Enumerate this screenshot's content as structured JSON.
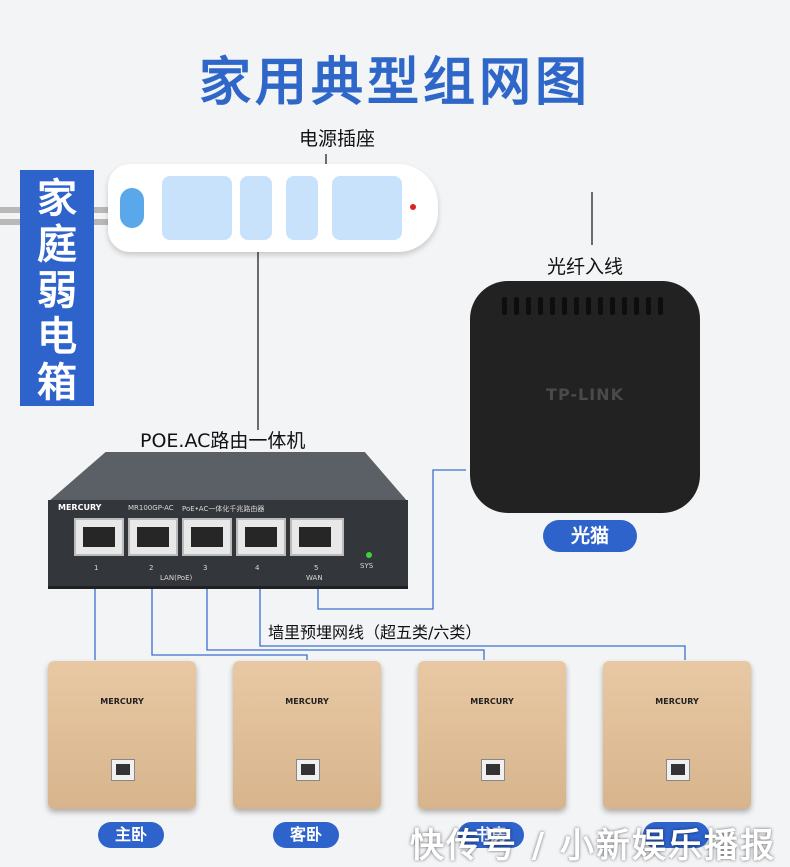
{
  "title": "家用典型组网图",
  "power_strip_label": "电源插座",
  "cabinet_label": "家庭弱电箱",
  "router": {
    "label": "POE.AC路由一体机",
    "brand": "MERCURY",
    "model": "MR100GP-AC",
    "desc": "PoE•AC一体化千兆路由器",
    "port_numbers": [
      "1",
      "2",
      "3",
      "4",
      "5"
    ],
    "lan_label": "LAN(PoE)",
    "wan_label": "WAN",
    "sys_label": "SYS"
  },
  "fiber_label": "光纤入线",
  "modem": {
    "brand": "TP-LINK",
    "name": "光猫"
  },
  "cable_label": "墙里预埋网线（超五类/六类）",
  "panels": [
    {
      "brand": "MERCURY",
      "room": "主卧"
    },
    {
      "brand": "MERCURY",
      "room": "客卧"
    },
    {
      "brand": "MERCURY",
      "room": "书房"
    },
    {
      "brand": "MERCURY",
      "room": ""
    }
  ],
  "watermark": "快传号 / 小新娱乐播报",
  "colors": {
    "accent": "#2e63cc",
    "cable": "#3a6fd0",
    "panel": "#dcbb93"
  }
}
